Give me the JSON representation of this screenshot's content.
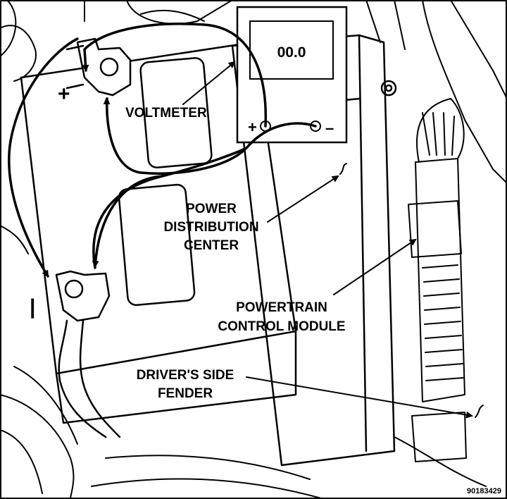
{
  "meter": {
    "display": "00.0",
    "plus": "+",
    "minus": "–"
  },
  "labels": {
    "voltmeter": "VOLTMETER",
    "pdc": [
      "POWER",
      "DISTRIBUTION",
      "CENTER"
    ],
    "pcm": [
      "POWERTRAIN",
      "CONTROL MODULE"
    ],
    "fender": [
      "DRIVER'S SIDE",
      "FENDER"
    ]
  },
  "terminals": {
    "positive": "+",
    "negative": "|"
  },
  "figure_id": "90183429",
  "colors": {
    "ink": "#000000",
    "paper": "#ffffff"
  }
}
